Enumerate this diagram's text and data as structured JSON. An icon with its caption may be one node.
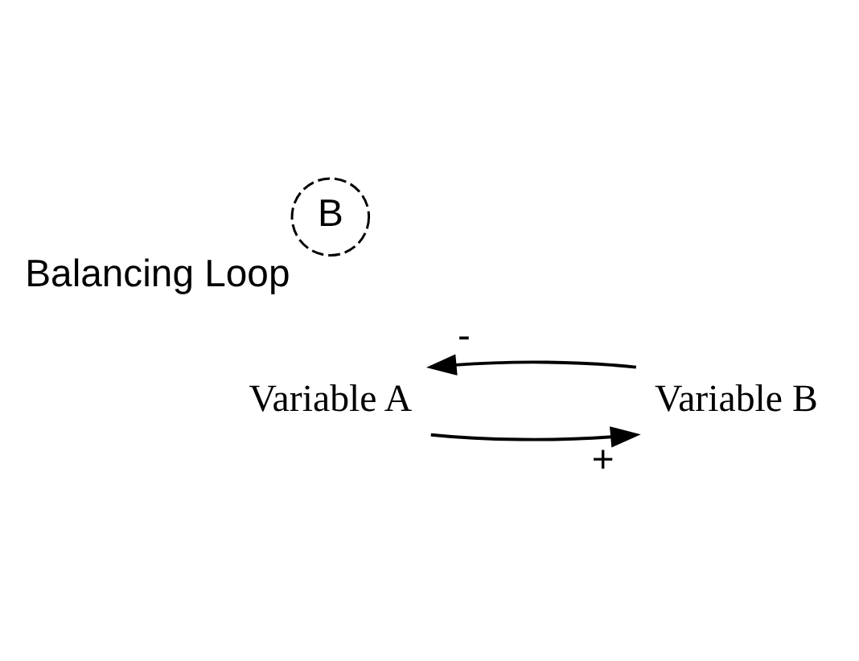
{
  "diagram": {
    "nodes": [
      {
        "text": [
          "Variable A"
        ]
      },
      {
        "text": [
          "B"
        ],
        "beside": [
          "Balancing Loop"
        ]
      },
      {
        "text": [
          "Variable B"
        ]
      }
    ],
    "edges": [
      {
        "from": 0,
        "to": 2,
        "arrow": "to",
        "label": "+"
      },
      {
        "from": 2,
        "to": 0,
        "arrow": "to",
        "label": "-"
      }
    ]
  }
}
